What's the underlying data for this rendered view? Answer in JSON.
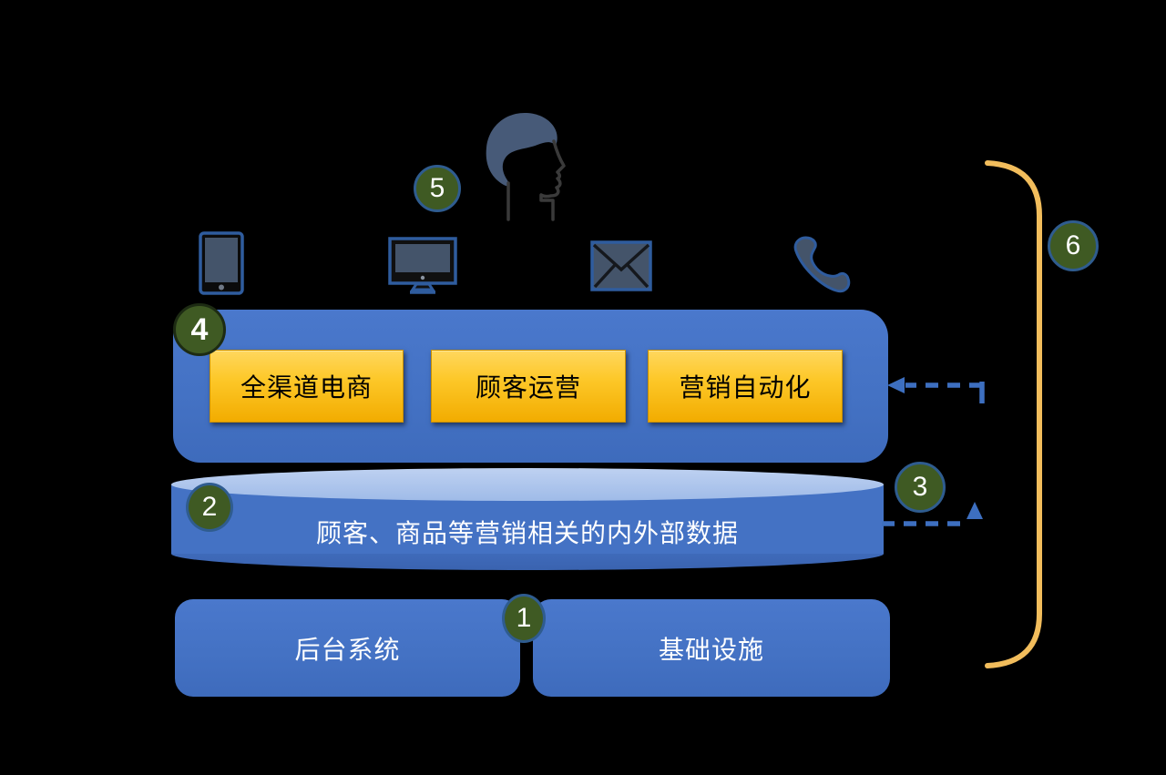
{
  "diagram_title": "marketing-technology-architecture",
  "colors": {
    "background": "#000000",
    "primary_blue": "#4472C4",
    "cylinder_top_blue": "#AEC6EC",
    "accent_yellow_top": "#FFD75E",
    "accent_yellow_bottom": "#F2AC00",
    "badge_green": "#3F5A23",
    "badge_ring_blue": "#2F5C8F",
    "bracket_gold": "#F2BD5C",
    "arrow_blue": "#3D6FC0",
    "icon_outline_blue": "#2F5C9E",
    "icon_fill_gray": "#44546A",
    "text_on_blue": "#FFFFFF",
    "text_on_yellow": "#000000"
  },
  "badges": {
    "b1": "1",
    "b2": "2",
    "b3": "3",
    "b4": "4",
    "b5": "5",
    "b6": "6"
  },
  "icons": {
    "head": "person-head-profile",
    "tablet": "tablet-device",
    "monitor": "desktop-monitor",
    "envelope": "email-envelope",
    "phone": "telephone-handset"
  },
  "apps_layer": {
    "items": [
      {
        "label": "全渠道电商"
      },
      {
        "label": "顾客运营"
      },
      {
        "label": "营销自动化"
      }
    ]
  },
  "data_layer": {
    "label": "顾客、商品等营销相关的内外部数据"
  },
  "foundation_layer": {
    "items": [
      {
        "label": "后台系统"
      },
      {
        "label": "基础设施"
      }
    ]
  }
}
